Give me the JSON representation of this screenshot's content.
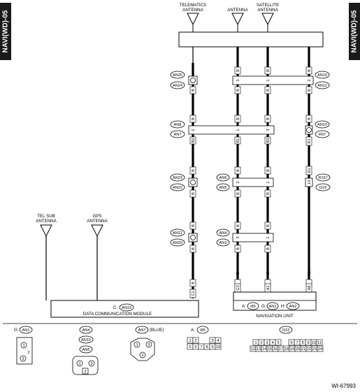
{
  "side_tab": "NAVI(WD)-05",
  "antennas": {
    "telematics": [
      "TELEMATICS",
      "ANTENNA"
    ],
    "antenna": "ANTENNA",
    "satellite": [
      "SATELLITE",
      "ANTENNA"
    ],
    "tel_sub": [
      "TEL SUB",
      "ANTENNA"
    ],
    "gps": [
      "GPS",
      "ANTENNA"
    ]
  },
  "connectors": {
    "an25": "AN25",
    "an24": "AN24",
    "an15": "AN15",
    "an11": "AN11",
    "an8": "AN8",
    "an7": "AN7",
    "an10": "AN10",
    "r97": "R97",
    "an23": "AN23",
    "an22": "AN22",
    "an6": "AN6",
    "an5": "AN5",
    "r167": "R167",
    "i102": "I102",
    "an21": "AN21",
    "an20": "AN20",
    "an4": "AN4",
    "an3": "AN3"
  },
  "wire_codes": {
    "b": "B",
    "r1": "R1",
    "r2": "R2",
    "r3": "R3",
    "b1": "B1",
    "b2": "B2",
    "b3": "B3",
    "n3": "3",
    "n1": "1",
    "n14": "14",
    "n2": "2",
    "b8": "B8",
    "b5": "B5",
    "c1": "C1",
    "g3": "G3",
    "h1": "H1",
    "a8": "A8"
  },
  "dcm": {
    "prefix": "C:",
    "connector": "AN19",
    "name": "DATA COMMUNICATION MODULE"
  },
  "nav": {
    "a_prefix": "A:",
    "a": "i85",
    "g_prefix": "G:",
    "g": "AN1",
    "h_prefix": "H:",
    "h": "AN2",
    "name": "NAVIGATION UNIT"
  },
  "legend": {
    "g_prefix": "G:",
    "g": "AN1",
    "an4": "AN4",
    "an15": "AN15",
    "an6": "AN6",
    "an7": "AN7",
    "an7_note": "(BLUE)",
    "a_prefix": "A:",
    "i85": "i85",
    "i102": "I102",
    "pin1": "1",
    "pin2": "2",
    "pin3": "3",
    "i85_pins_top": [
      "1",
      "2",
      "3",
      "4"
    ],
    "i85_pins_bottom": [
      "5",
      "6",
      "7",
      "8",
      "9",
      "10"
    ],
    "i102_pins_top": [
      "1",
      "2",
      "3",
      "4",
      "5",
      "6",
      "7",
      "8",
      "9",
      "10",
      "11"
    ],
    "i102_pins_bottom": [
      "12",
      "13",
      "14",
      "15",
      "16",
      "17",
      "18",
      "19",
      "20",
      "21",
      "22",
      "23",
      "24"
    ]
  },
  "figure_id": "WI-67993"
}
